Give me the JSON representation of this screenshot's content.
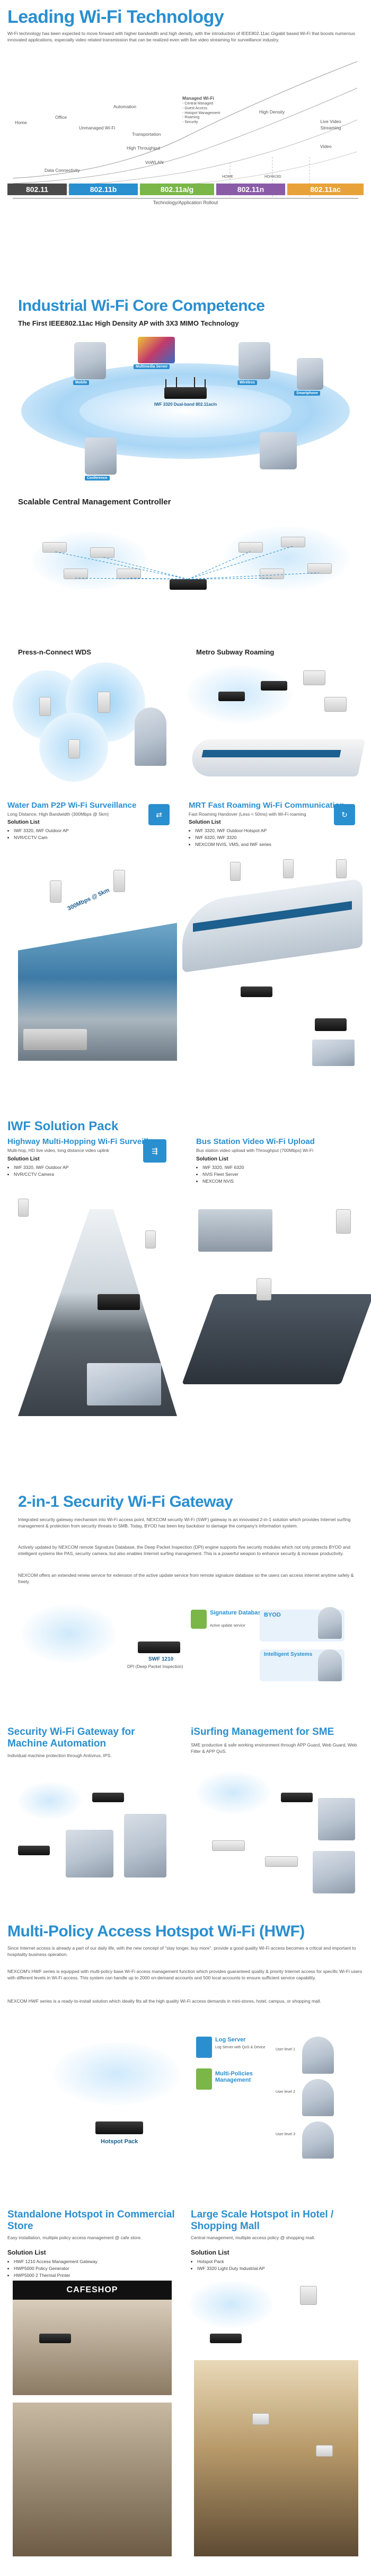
{
  "section1": {
    "title": "Leading Wi-Fi Technology",
    "intro": "Wi-Fi technology has been expected to move forward with higher bandwidth and high density, with the introduction of IEEE802.11ac Gigabit based Wi-Fi that boosts numerous innovated applications, especially video related transmission that can be realized even with live video streaming for surveillance industry.",
    "chart": {
      "y_labels": [
        "Home",
        "Office",
        "Unmanaged Wi-Fi",
        "Data Connectivity"
      ],
      "mid_labels": [
        "Transportation",
        "Automation",
        "High Throughput",
        "VoWLAN"
      ],
      "right_labels": [
        "Managed Wi-Fi",
        "High Density",
        "Live Video Streaming",
        "Video"
      ],
      "bullets": [
        "- Central Managed",
        "- Guest Access",
        "- Hotspot Management",
        "- Roaming",
        "- Security"
      ],
      "era_labels": [
        "HOME",
        "HD/4K/3D"
      ],
      "axis_label": "Technology/Application Rollout",
      "tech": [
        {
          "label": "802.11",
          "color": "#4a4a4a"
        },
        {
          "label": "802.11b",
          "color": "#2a8fcf"
        },
        {
          "label": "802.11a/g",
          "color": "#7ab648"
        },
        {
          "label": "802.11n",
          "color": "#8a5ca8"
        },
        {
          "label": "802.11ac",
          "color": "#e8a23a"
        }
      ]
    }
  },
  "section2": {
    "title": "Industrial Wi-Fi Core Competence",
    "subtitle": "The First IEEE802.11ac High Density AP with 3X3 MIMO Technology",
    "device_label": "IWF 3320 Dual-band 802.11ac/n",
    "sub_labels": [
      "Mobile",
      "Multimedia Server",
      "Wireless",
      "Smartphone",
      "Conference"
    ],
    "controller_title": "Scalable Central Management Controller",
    "wds_title": "Press-n-Connect WDS",
    "roaming_title": "Metro Subway Roaming"
  },
  "solutions_a": {
    "left": {
      "title": "Water Dam P2P Wi-Fi Surveillance",
      "desc": "Long Distance, High Bandwidth (300Mbps @ 5km)",
      "list_title": "Solution List",
      "items": [
        "IWF 3320, IWF Outdoor AP",
        "NVR/CCTV Cam"
      ]
    },
    "right": {
      "title": "MRT Fast Roaming Wi-Fi Communication",
      "desc": "Fast Roaming Handover (Less < 50ms) with Wi-Fi roaming",
      "list_title": "Solution List",
      "items": [
        "IWF 3320, IWF Outdoor Hotspot AP",
        "IWF 6320, IWF 3320",
        "NEXCOM NViS, VMS, and IWF series"
      ]
    },
    "distance_label": "300Mbps @ 5km"
  },
  "iwf_pack": {
    "title": "IWF Solution Pack",
    "left": {
      "title": "Highway Multi-Hopping Wi-Fi Surveillance",
      "desc": "Multi-hop, HD live video, long distance video uplink",
      "list_title": "Solution List",
      "items": [
        "IWF 3320, IWF Outdoor AP",
        "NVR/CCTV Camera"
      ]
    },
    "right": {
      "title": "Bus Station Video Wi-Fi Upload",
      "desc": "Bus station video upload with Throughput (700Mbps) Wi-Fi",
      "list_title": "Solution List",
      "items": [
        "IWF 3320, IWF 6320",
        "NViS Fleet Server",
        "NEXCOM NViS"
      ]
    }
  },
  "gateway": {
    "title": "2-in-1 Security Wi-Fi Gateway",
    "p1": "Integrated security gateway mechanism into Wi-Fi access point, NEXCOM security Wi-Fi (SWF) gateway is an innovated 2-in-1 solution which provides Internet surfing management & protection from security threats to SMB. Today, BYOD has been key backdoor to damage the company's information system.",
    "p2": "Actively updated by NEXCOM remote Signature Database, the Deep Packet Inspection (DPI) engine supports five security modules which not only protects BYOD and intelligent systems like PAS, security camera, but also enables Internet surfing management. This is a powerful weapon to enhance security & increase productivity.",
    "p3": "NEXCOM offers an extended renew service for extension of the active update service from remote signature database so the users can access internet anytime safely & freely.",
    "diagram": {
      "sig_label": "Signature Database",
      "sig_sub": "Active update service",
      "byod": "BYOD",
      "intelligent": "Intelligent Systems",
      "device": "SWF 1210",
      "device_sub": "DPI (Deep Packet Inspection)"
    },
    "left": {
      "title": "Security Wi-Fi Gateway for Machine Automation",
      "desc": "Individual machine protection through Antivirus, IPS."
    },
    "right": {
      "title": "iSurfing Management for SME",
      "desc": "SME productive & safe working environment through APP Guard, Web Guard, Web Filter & APP QoS."
    }
  },
  "hotspot": {
    "title": "Multi-Policy Access Hotspot Wi-Fi (HWF)",
    "p1": "Since Internet access is already a part of our daily life, with the new concept of \"stay longer, buy more\", provide a good quality Wi-Fi access becomes a critical and important to hospitality business operation.",
    "p2": "NEXCOM's HWF series is equipped with multi-policy base Wi-Fi access management function which provides guaranteed quality & priority Internet access for specific Wi-Fi users with different levels in Wi-Fi access. This system can handle up to 2000 on-demand accounts and 500 local accounts to ensure sufficient service capability.",
    "p3": "NEXCOM HWF series is a ready-to-install solution which ideally fits all the high quality Wi-Fi access demands in mini-stores, hotel, campus, or shopping mall.",
    "diagram": {
      "log_server": "Log Server",
      "log_sub": "Log Server with QoS & Device",
      "multi": "Multi-Policies Management",
      "pack": "Hotspot Pack",
      "users": [
        "User level 1",
        "User level 2",
        "User level 3"
      ]
    },
    "left": {
      "title": "Standalone Hotspot in Commercial Store",
      "desc": "Easy installation, multiple policy access management @ cafe store.",
      "list_title": "Solution List",
      "items": [
        "HWF 1210 Access Management Gateway",
        "HWP5000 Policy Generator",
        "HWP5000 2 Thermal Printer"
      ],
      "sign": "CAFESHOP"
    },
    "right": {
      "title": "Large Scale Hotspot in Hotel / Shopping Mall",
      "desc": "Central management, multiple access policy @ shopping mall.",
      "list_title": "Solution List",
      "items": [
        "Hotspot Pack",
        "IWF 3320 Light Duty Industrial AP"
      ]
    }
  },
  "colors": {
    "accent": "#2a8fcf",
    "heading_dark": "#222222",
    "green": "#7ab648",
    "purple": "#8a5ca8",
    "orange": "#e8a23a"
  }
}
